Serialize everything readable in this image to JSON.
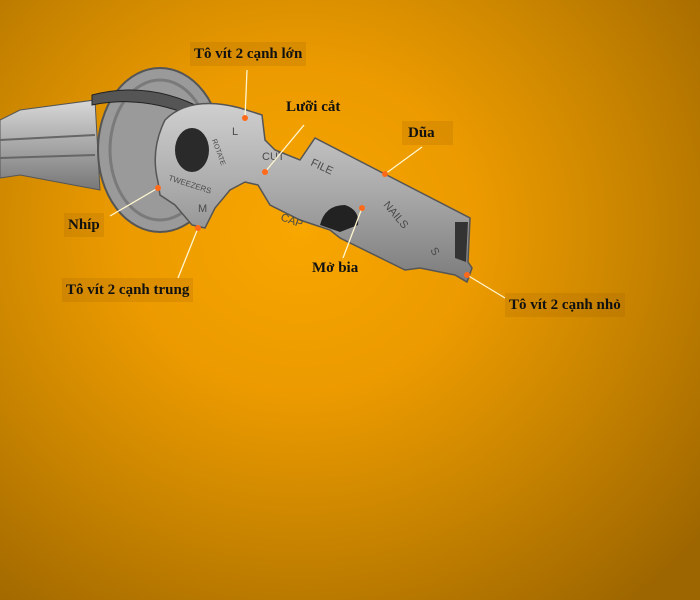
{
  "labels": {
    "large_screwdriver": "Tô vít 2 cạnh lớn",
    "cutter": "Lưỡi cắt",
    "file": "Dũa",
    "tweezers": "Nhíp",
    "medium_screwdriver": "Tô vít 2 cạnh trung",
    "bottle_opener": "Mở bia",
    "small_screwdriver": "Tô vít 2 cạnh nhỏ"
  },
  "engraving": {
    "l": "L",
    "cut": "CUT",
    "file": "FILE",
    "cap": "CAP",
    "nails": "NAILS",
    "s": "S",
    "m": "M",
    "tweezers": "TWEEZERS",
    "rotate": "ROTATE"
  },
  "colors": {
    "accent_dot": "#ff6a1a",
    "leader_line": "#fff6d0",
    "background": "#f5a000"
  }
}
